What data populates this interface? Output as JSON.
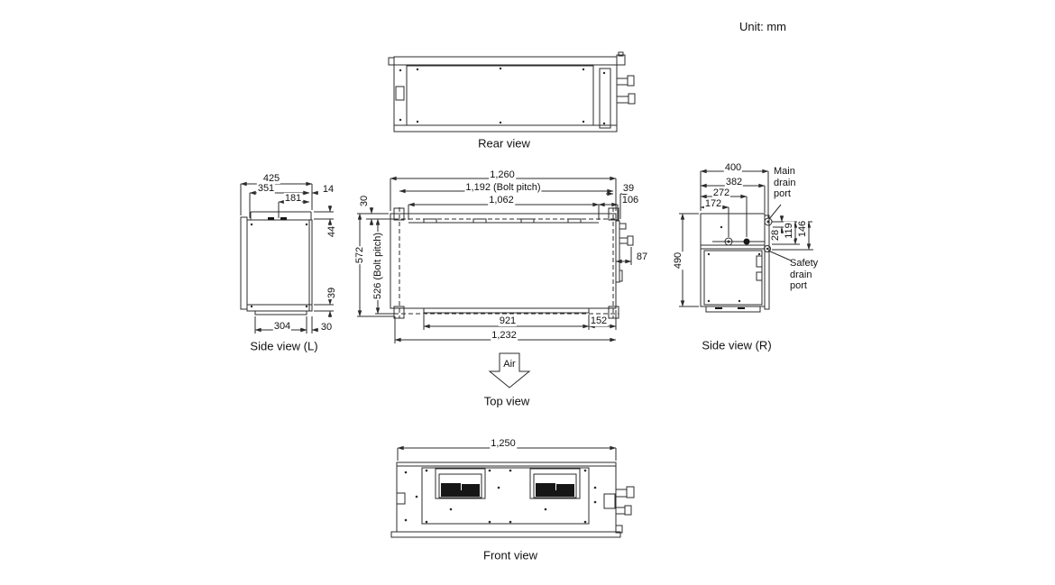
{
  "unit_label": "Unit: mm",
  "views": {
    "rear": {
      "label": "Rear view"
    },
    "side_l": {
      "label": "Side view (L)",
      "dims": {
        "w425": "425",
        "w351": "351",
        "w14": "14",
        "w181": "181",
        "h44": "44",
        "h39": "39",
        "w304": "304",
        "w30": "30"
      }
    },
    "top": {
      "label": "Top view",
      "air_label": "Air",
      "dims": {
        "w1260": "1,260",
        "w1192": "1,192 (Bolt pitch)",
        "w39": "39",
        "w1062": "1,062",
        "w106": "106",
        "h30": "30",
        "h572": "572",
        "h526": "526 (Bolt pitch)",
        "w87": "87",
        "w921": "921",
        "w152": "152",
        "w1232": "1,232"
      }
    },
    "side_r": {
      "label": "Side view (R)",
      "dims": {
        "w400": "400",
        "w382": "382",
        "w272": "272",
        "w172": "172",
        "h490": "490",
        "h28": "28",
        "h119": "119",
        "h146": "146"
      },
      "annotations": {
        "main_drain": "Main drain port",
        "safety_drain": "Safety drain port"
      }
    },
    "front": {
      "label": "Front view",
      "dims": {
        "w1250": "1,250"
      }
    }
  }
}
